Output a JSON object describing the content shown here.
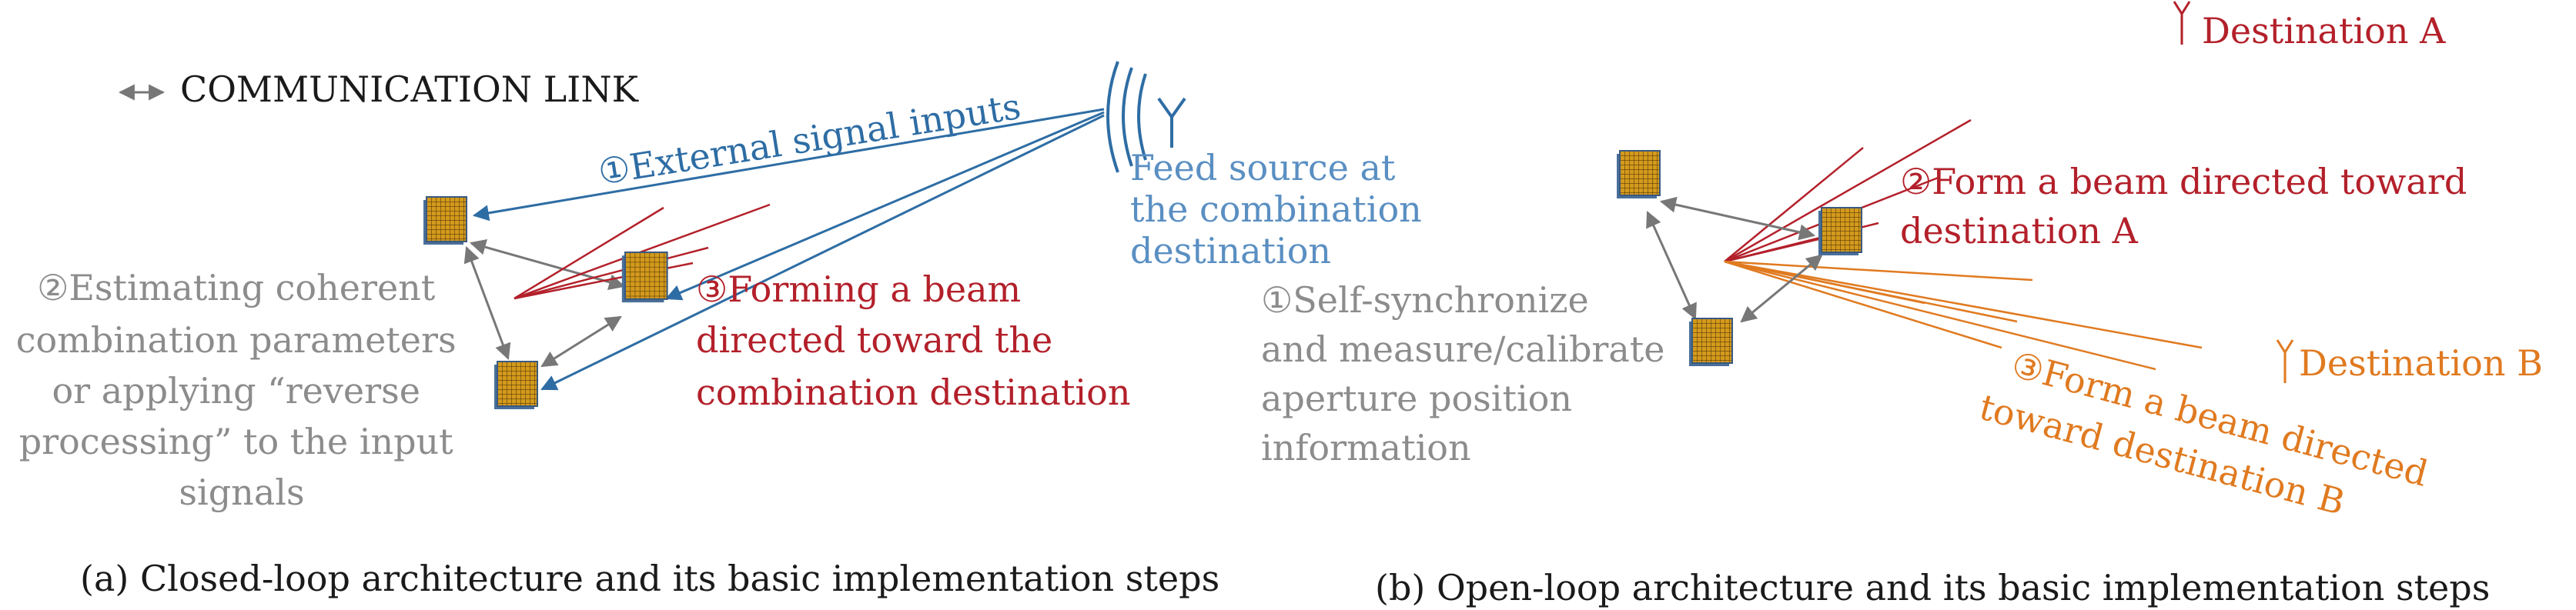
{
  "legend": {
    "label": "COMMUNICATION LINK"
  },
  "panel_a": {
    "caption": "(a) Closed-loop architecture and its basic implementation steps",
    "step1": "①External signal inputs",
    "feed_lines": [
      "Feed source at",
      "the combination",
      "destination"
    ],
    "step2_lines": [
      "②Estimating coherent",
      "combination parameters",
      "or applying “reverse",
      "processing” to the input",
      "signals"
    ],
    "step3_lines": [
      "③Forming a beam",
      "directed toward the",
      "combination destination"
    ]
  },
  "panel_b": {
    "caption": "(b) Open-loop architecture and its basic implementation steps",
    "destination_a": "Destination A",
    "destination_b": "Destination B",
    "step1_lines": [
      "①Self-synchronize",
      "and measure/calibrate",
      "aperture position",
      "information"
    ],
    "step2_lines": [
      "②Form a beam directed toward",
      "destination A"
    ],
    "step3_lines": [
      "③Form a beam directed",
      "toward destination B"
    ]
  },
  "colors": {
    "blue": "#2e6da4",
    "red": "#b3202a",
    "orange": "#e07a20",
    "gray": "#8c8c8c"
  }
}
